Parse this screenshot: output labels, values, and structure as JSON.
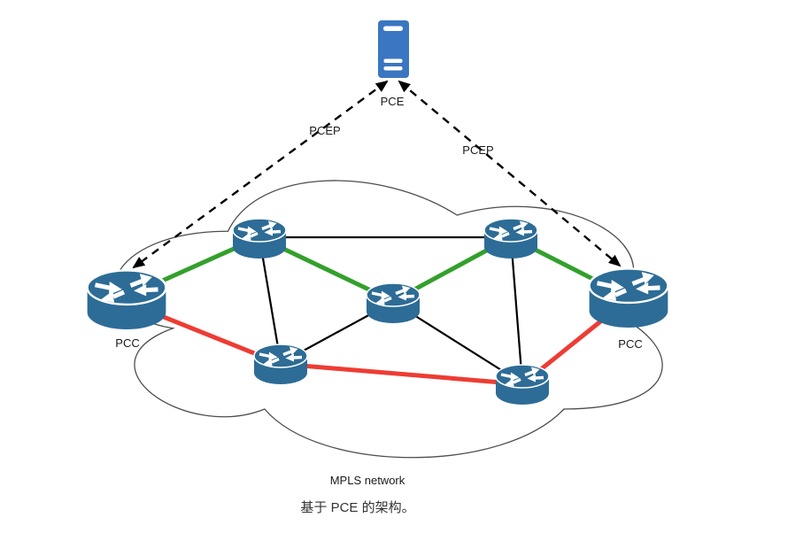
{
  "labels": {
    "pce": "PCE",
    "pcc_left": "PCC",
    "pcc_right": "PCC",
    "pcep_left": "PCEP",
    "pcep_right": "PCEP",
    "cloud": "MPLS network",
    "caption": "基于 PCE 的架构。"
  },
  "colors": {
    "server_fill": "#3a76c1",
    "router_fill": "#2d6c96",
    "green_path": "#33a02c",
    "red_path": "#ee3c33",
    "link": "#000000",
    "pcep_line": "#000000"
  },
  "topology": {
    "server": {
      "id": "pce",
      "label": "PCE",
      "icon": "server-icon"
    },
    "clients": [
      {
        "id": "pcc-left",
        "label": "PCC",
        "icon": "router-icon"
      },
      {
        "id": "pcc-right",
        "label": "PCC",
        "icon": "router-icon"
      }
    ],
    "core_routers": [
      "top-left",
      "top-right",
      "center",
      "bottom-left",
      "bottom-right"
    ],
    "pcep_sessions": [
      {
        "from": "pce",
        "to": "pcc-left",
        "label": "PCEP",
        "style": "dashed-double-arrow"
      },
      {
        "from": "pce",
        "to": "pcc-right",
        "label": "PCEP",
        "style": "dashed-double-arrow"
      }
    ],
    "green_path": [
      "pcc-left",
      "top-left",
      "center",
      "top-right",
      "pcc-right"
    ],
    "red_path": [
      "pcc-left",
      "bottom-left",
      "bottom-right",
      "pcc-right"
    ],
    "black_links": [
      [
        "top-left",
        "top-right"
      ],
      [
        "top-left",
        "bottom-left"
      ],
      [
        "center",
        "bottom-left"
      ],
      [
        "center",
        "bottom-right"
      ],
      [
        "top-right",
        "bottom-right"
      ]
    ],
    "cloud_label": "MPLS network"
  }
}
